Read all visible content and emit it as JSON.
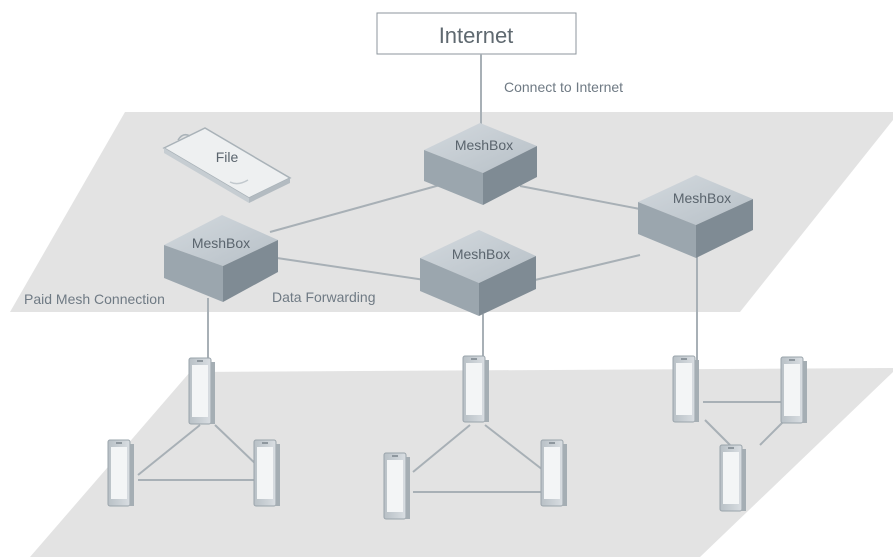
{
  "internet": {
    "label": "Internet"
  },
  "labels": {
    "connect": "Connect to Internet",
    "paid": "Paid Mesh Connection",
    "forwarding": "Data Forwarding"
  },
  "file": {
    "label": "File"
  },
  "meshboxes": [
    {
      "label": "MeshBox"
    },
    {
      "label": "MeshBox"
    },
    {
      "label": "MeshBox"
    },
    {
      "label": "MeshBox"
    }
  ],
  "colors": {
    "plane": "#e3e3e3",
    "line": "#a8b0b6",
    "box_top": "#c4ccd2",
    "box_side": "#8f9ba4",
    "label_text": "#6f7a84",
    "internet_text": "#5f6970"
  }
}
